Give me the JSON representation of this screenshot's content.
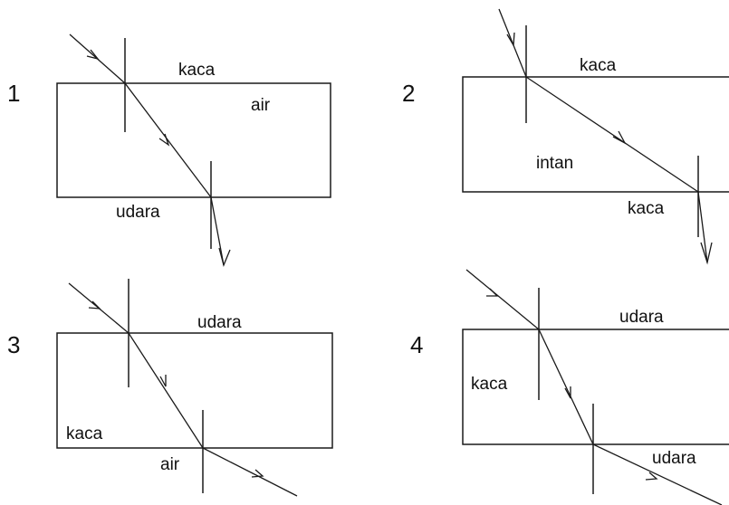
{
  "panels": [
    {
      "number": "1",
      "labels": {
        "top": "kaca",
        "inside": "air",
        "bottom": "udara"
      }
    },
    {
      "number": "2",
      "labels": {
        "top": "kaca",
        "inside": "intan",
        "bottom": "kaca"
      }
    },
    {
      "number": "3",
      "labels": {
        "top": "udara",
        "inside": "kaca",
        "bottom": "air"
      }
    },
    {
      "number": "4",
      "labels": {
        "top": "udara",
        "inside": "kaca",
        "bottom": "udara"
      }
    }
  ]
}
